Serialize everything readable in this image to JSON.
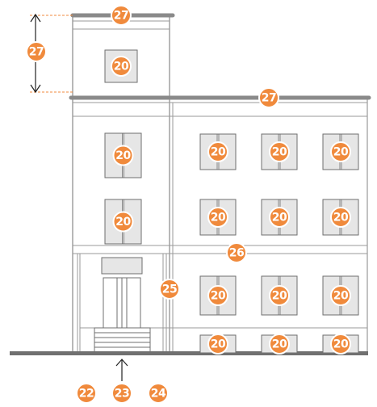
{
  "colors": {
    "line": "#9a9a9a",
    "dark_line": "#6f6f6f",
    "ground": "#707070",
    "window_fill": "#e6e6e6",
    "marker": "#f08a3c",
    "marker_outline": "#ffffff",
    "dimension_dash": "#f08a3c",
    "arrow": "#222222"
  },
  "markers": {
    "roof_top": "27",
    "height_dimension": "27",
    "roof_main": "27",
    "cornice": "26",
    "side_panel": "25",
    "ground_left": "22",
    "ground_center": "23",
    "ground_right": "24",
    "window": "20"
  },
  "icons": {
    "dimension": "double-headed-arrow-icon",
    "pointer": "up-arrow-icon"
  }
}
